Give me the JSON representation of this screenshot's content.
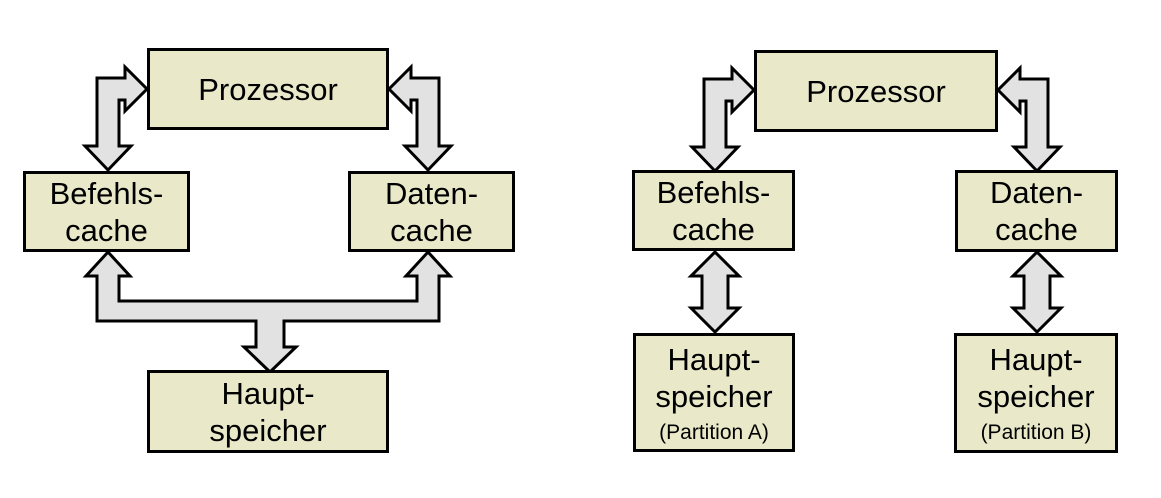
{
  "colors": {
    "background": "#ffffff",
    "box_fill": "#e9e9ca",
    "box_border": "#000000",
    "arrow_fill": "#e2e2e2",
    "arrow_outline": "#000000",
    "text": "#000000"
  },
  "left_diagram": {
    "prozessor": {
      "label": "Prozessor"
    },
    "befehlscache": {
      "line1": "Befehls-",
      "line2": "cache"
    },
    "datencache": {
      "line1": "Daten-",
      "line2": "cache"
    },
    "hauptspeicher": {
      "line1": "Haupt-",
      "line2": "speicher"
    }
  },
  "right_diagram": {
    "prozessor": {
      "label": "Prozessor"
    },
    "befehlscache": {
      "line1": "Befehls-",
      "line2": "cache"
    },
    "datencache": {
      "line1": "Daten-",
      "line2": "cache"
    },
    "hauptspeicher_a": {
      "line1": "Haupt-",
      "line2": "speicher",
      "note": "(Partition A)"
    },
    "hauptspeicher_b": {
      "line1": "Haupt-",
      "line2": "speicher",
      "note": "(Partition B)"
    }
  },
  "connections": {
    "left_diagram": [
      {
        "from": "Prozessor",
        "to": "Befehls-cache",
        "type": "bidirectional bent block arrow"
      },
      {
        "from": "Prozessor",
        "to": "Daten-cache",
        "type": "bidirectional bent block arrow"
      },
      {
        "from": "Haupt-speicher",
        "to": "Befehls-cache and Daten-cache",
        "type": "three-headed merged block arrow"
      }
    ],
    "right_diagram": [
      {
        "from": "Prozessor",
        "to": "Befehls-cache",
        "type": "bidirectional bent block arrow"
      },
      {
        "from": "Prozessor",
        "to": "Daten-cache",
        "type": "bidirectional bent block arrow"
      },
      {
        "from": "Befehls-cache",
        "to": "Haupt-speicher (Partition A)",
        "type": "bidirectional block arrow"
      },
      {
        "from": "Daten-cache",
        "to": "Haupt-speicher (Partition B)",
        "type": "bidirectional block arrow"
      }
    ]
  }
}
